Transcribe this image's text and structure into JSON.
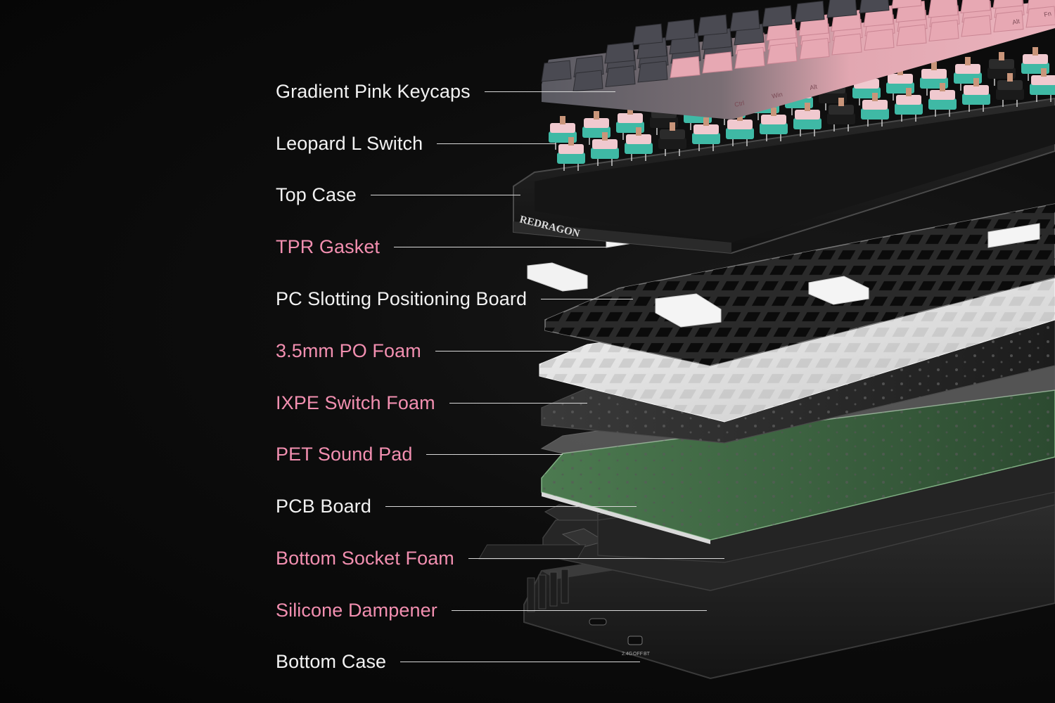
{
  "brand": {
    "logo_text": "REDRAGON"
  },
  "colors": {
    "background": "#0a0a0a",
    "label_white": "#f2f2f2",
    "label_pink": "#f28fb0",
    "keycap_pink": "#e7a8b3",
    "keycap_gray": "#4a4a52",
    "switch_teal": "#3fb9a5",
    "pcb_green": "#3f6b45"
  },
  "keycap_legends": [
    "Ctrl",
    "Win",
    "Alt",
    "Alt",
    "Fn"
  ],
  "port_labels": [
    "2.4G",
    "OFF",
    "BT"
  ],
  "layers": [
    {
      "label": "Gradient Pink Keycaps",
      "accent": false
    },
    {
      "label": "Leopard L Switch",
      "accent": false
    },
    {
      "label": "Top Case",
      "accent": false
    },
    {
      "label": "TPR Gasket",
      "accent": true
    },
    {
      "label": "PC Slotting Positioning Board",
      "accent": false
    },
    {
      "label": "3.5mm PO Foam",
      "accent": true
    },
    {
      "label": "IXPE Switch Foam",
      "accent": true
    },
    {
      "label": "PET Sound Pad",
      "accent": true
    },
    {
      "label": "PCB Board",
      "accent": false
    },
    {
      "label": "Bottom Socket Foam",
      "accent": true
    },
    {
      "label": "Silicone Dampener",
      "accent": true
    },
    {
      "label": "Bottom Case",
      "accent": false
    }
  ]
}
